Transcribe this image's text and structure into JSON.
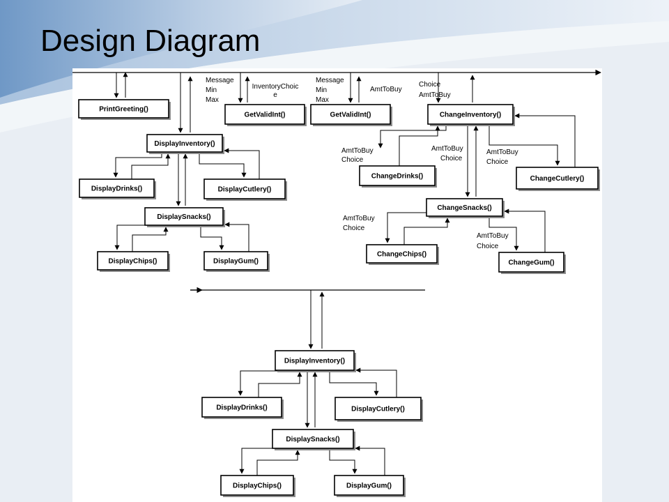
{
  "slide": {
    "title": "Design Diagram"
  },
  "diagram": {
    "boxes": [
      {
        "id": "print-greeting",
        "label": "PrintGreeting()"
      },
      {
        "id": "get-valid-int-1",
        "label": "GetValidInt()"
      },
      {
        "id": "get-valid-int-2",
        "label": "GetValidInt()"
      },
      {
        "id": "change-inventory",
        "label": "ChangeInventory()"
      },
      {
        "id": "display-inventory-1",
        "label": "DisplayInventory()"
      },
      {
        "id": "display-drinks-1",
        "label": "DisplayDrinks()"
      },
      {
        "id": "display-cutlery-1",
        "label": "DisplayCutlery()"
      },
      {
        "id": "display-snacks-1",
        "label": "DisplaySnacks()"
      },
      {
        "id": "display-chips-1",
        "label": "DisplayChips()"
      },
      {
        "id": "display-gum-1",
        "label": "DisplayGum()"
      },
      {
        "id": "change-drinks",
        "label": "ChangeDrinks()"
      },
      {
        "id": "change-cutlery",
        "label": "ChangeCutlery()"
      },
      {
        "id": "change-snacks",
        "label": "ChangeSnacks()"
      },
      {
        "id": "change-chips",
        "label": "ChangeChips()"
      },
      {
        "id": "change-gum",
        "label": "ChangeGum()"
      },
      {
        "id": "display-inventory-2",
        "label": "DisplayInventory()"
      },
      {
        "id": "display-drinks-2",
        "label": "DisplayDrinks()"
      },
      {
        "id": "display-cutlery-2",
        "label": "DisplayCutlery()"
      },
      {
        "id": "display-snacks-2",
        "label": "DisplaySnacks()"
      },
      {
        "id": "display-chips-2",
        "label": "DisplayChips()"
      },
      {
        "id": "display-gum-2",
        "label": "DisplayGum()"
      }
    ],
    "params": [
      {
        "id": "p-message-1",
        "text": "Message"
      },
      {
        "id": "p-min-1",
        "text": "Min"
      },
      {
        "id": "p-max-1",
        "text": "Max"
      },
      {
        "id": "p-invchoice-1",
        "text": "InventoryChoic"
      },
      {
        "id": "p-invchoice-2",
        "text": "e"
      },
      {
        "id": "p-message-2",
        "text": "Message"
      },
      {
        "id": "p-min-2",
        "text": "Min"
      },
      {
        "id": "p-max-2",
        "text": "Max"
      },
      {
        "id": "p-amttobuy-gvi",
        "text": "AmtToBuy"
      },
      {
        "id": "p-choice-ci",
        "text": "Choice"
      },
      {
        "id": "p-amttobuy-ci",
        "text": "AmtToBuy"
      },
      {
        "id": "p-amttobuy-cd",
        "text": "AmtToBuy"
      },
      {
        "id": "p-choice-cd",
        "text": "Choice"
      },
      {
        "id": "p-amttobuy-cs",
        "text": "AmtToBuy"
      },
      {
        "id": "p-choice-cs",
        "text": "Choice"
      },
      {
        "id": "p-amttobuy-cc",
        "text": "AmtToBuy"
      },
      {
        "id": "p-choice-cc",
        "text": "Choice"
      },
      {
        "id": "p-amttobuy-chips",
        "text": "AmtToBuy"
      },
      {
        "id": "p-choice-chips",
        "text": "Choice"
      },
      {
        "id": "p-amttobuy-gum",
        "text": "AmtToBuy"
      },
      {
        "id": "p-choice-gum",
        "text": "Choice"
      }
    ]
  }
}
